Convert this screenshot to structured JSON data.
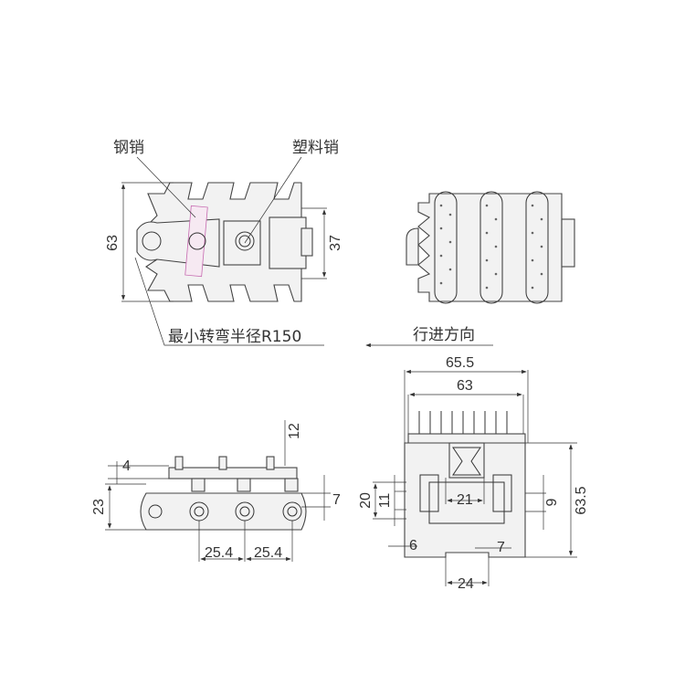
{
  "labels": {
    "steel_pin": "钢销",
    "plastic_pin": "塑料销",
    "min_turn_radius": "最小转弯半径R150",
    "travel_direction": "行进方向"
  },
  "dimensions": {
    "top_view_width": "63",
    "top_view_inner": "37",
    "side_top_height": "12",
    "side_plate": "4",
    "side_height": "23",
    "side_right": "7",
    "pitch_1": "25.4",
    "pitch_2": "25.4",
    "section_outer_width": "65.5",
    "section_width": "63",
    "section_height": "63.5",
    "slot_outer": "20",
    "slot_inner": "11",
    "guide_width": "21",
    "right_slot": "9",
    "left_wall": "6",
    "right_wall": "7",
    "bottom_gap": "24"
  },
  "colors": {
    "line": "#333333",
    "part_fill": "#f2f2f2",
    "steel_pin": "#c66ab0"
  }
}
